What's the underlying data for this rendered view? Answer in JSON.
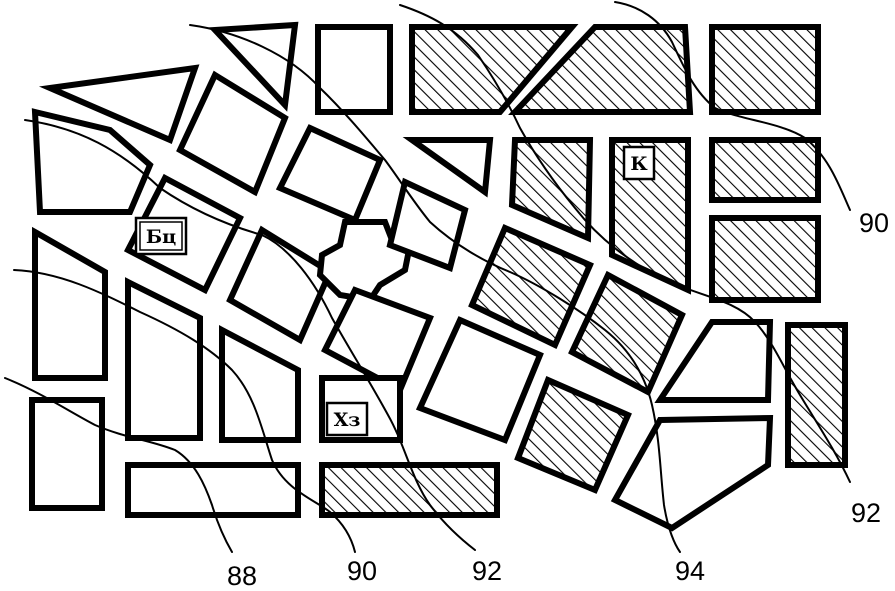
{
  "map": {
    "colors": {
      "ink": "#000000",
      "paper": "#ffffff"
    },
    "building_labels": {
      "bc": "Бц",
      "k": "К",
      "xz": "Хз"
    },
    "contour_labels": {
      "c88": "88",
      "c90_left": "90",
      "c92_bottom": "92",
      "c94": "94",
      "c90_right": "90",
      "c92_right": "92"
    },
    "legend_meaning": {
      "hatched_block": "hatched",
      "plain_block": "plain"
    }
  }
}
